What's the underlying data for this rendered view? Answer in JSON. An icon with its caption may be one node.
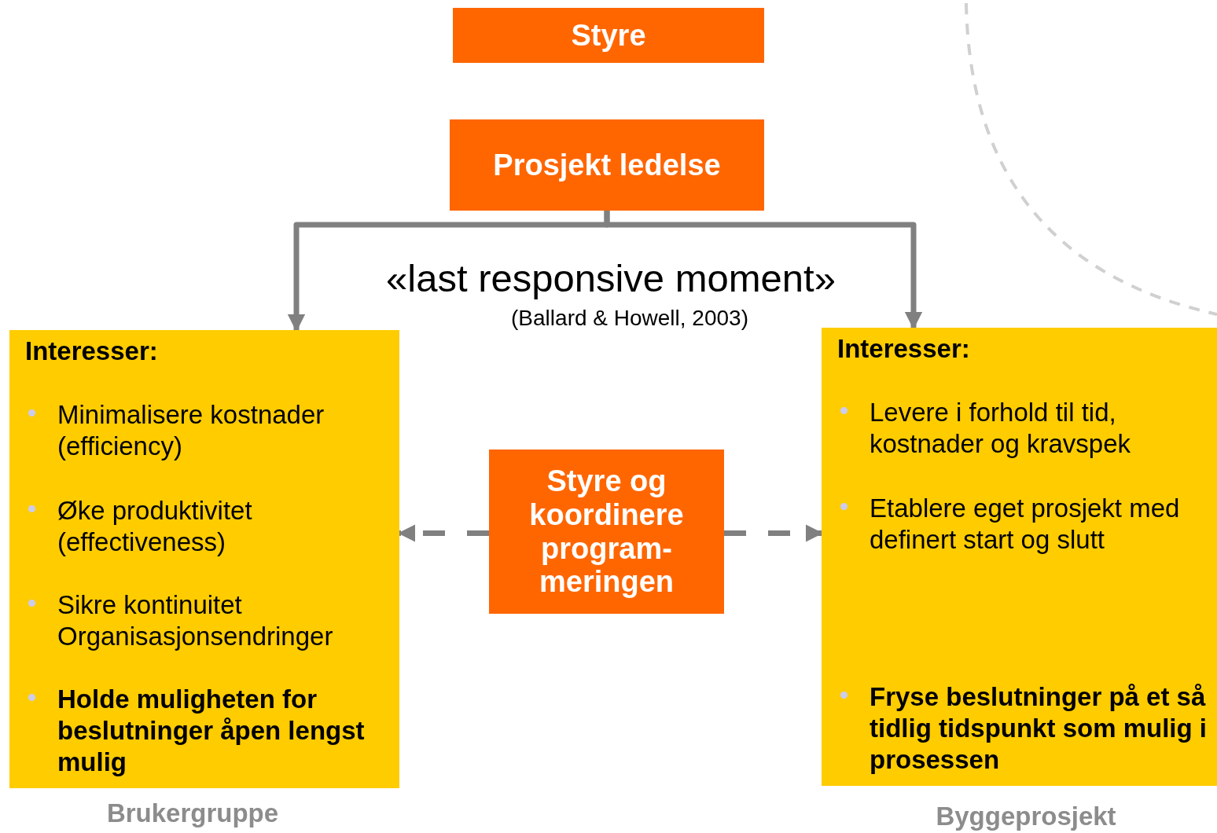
{
  "diagram": {
    "nodes": [
      {
        "text": [
          "Styre"
        ]
      },
      {
        "text": [
          "Prosjekt ledelse"
        ]
      },
      {
        "text": [
          "Styre og koordinere program- meringen"
        ]
      },
      {
        "text": [
          "Interesser:",
          "Minimalisere kostnader (efficiency)",
          "Øke produktivitet (effectiveness)",
          "Sikre kontinuitet Organisasjonsendringer",
          "Holde muligheten for beslutninger åpen lengst mulig"
        ],
        "beside": [
          "Brukergruppe"
        ]
      },
      {
        "text": [
          "Interesser:",
          "Levere i forhold til tid, kostnader og kravspek",
          "Etablere eget prosjekt med definert start og slutt",
          "Fryse beslutninger på et så tidlig tidspunkt som mulig i prosessen"
        ],
        "beside": [
          "Byggeprosjekt"
        ]
      }
    ],
    "edges": [
      {
        "from": 1,
        "to": 3,
        "arrow": "to"
      },
      {
        "from": 1,
        "to": 4,
        "arrow": "to"
      },
      {
        "from": 2,
        "to": 3,
        "arrow": "to",
        "style": "dashed"
      },
      {
        "from": 2,
        "to": 4,
        "arrow": "to",
        "style": "dashed"
      }
    ],
    "labels": [
      "«last responsive moment»",
      "(Ballard & Howell, 2003)"
    ]
  }
}
